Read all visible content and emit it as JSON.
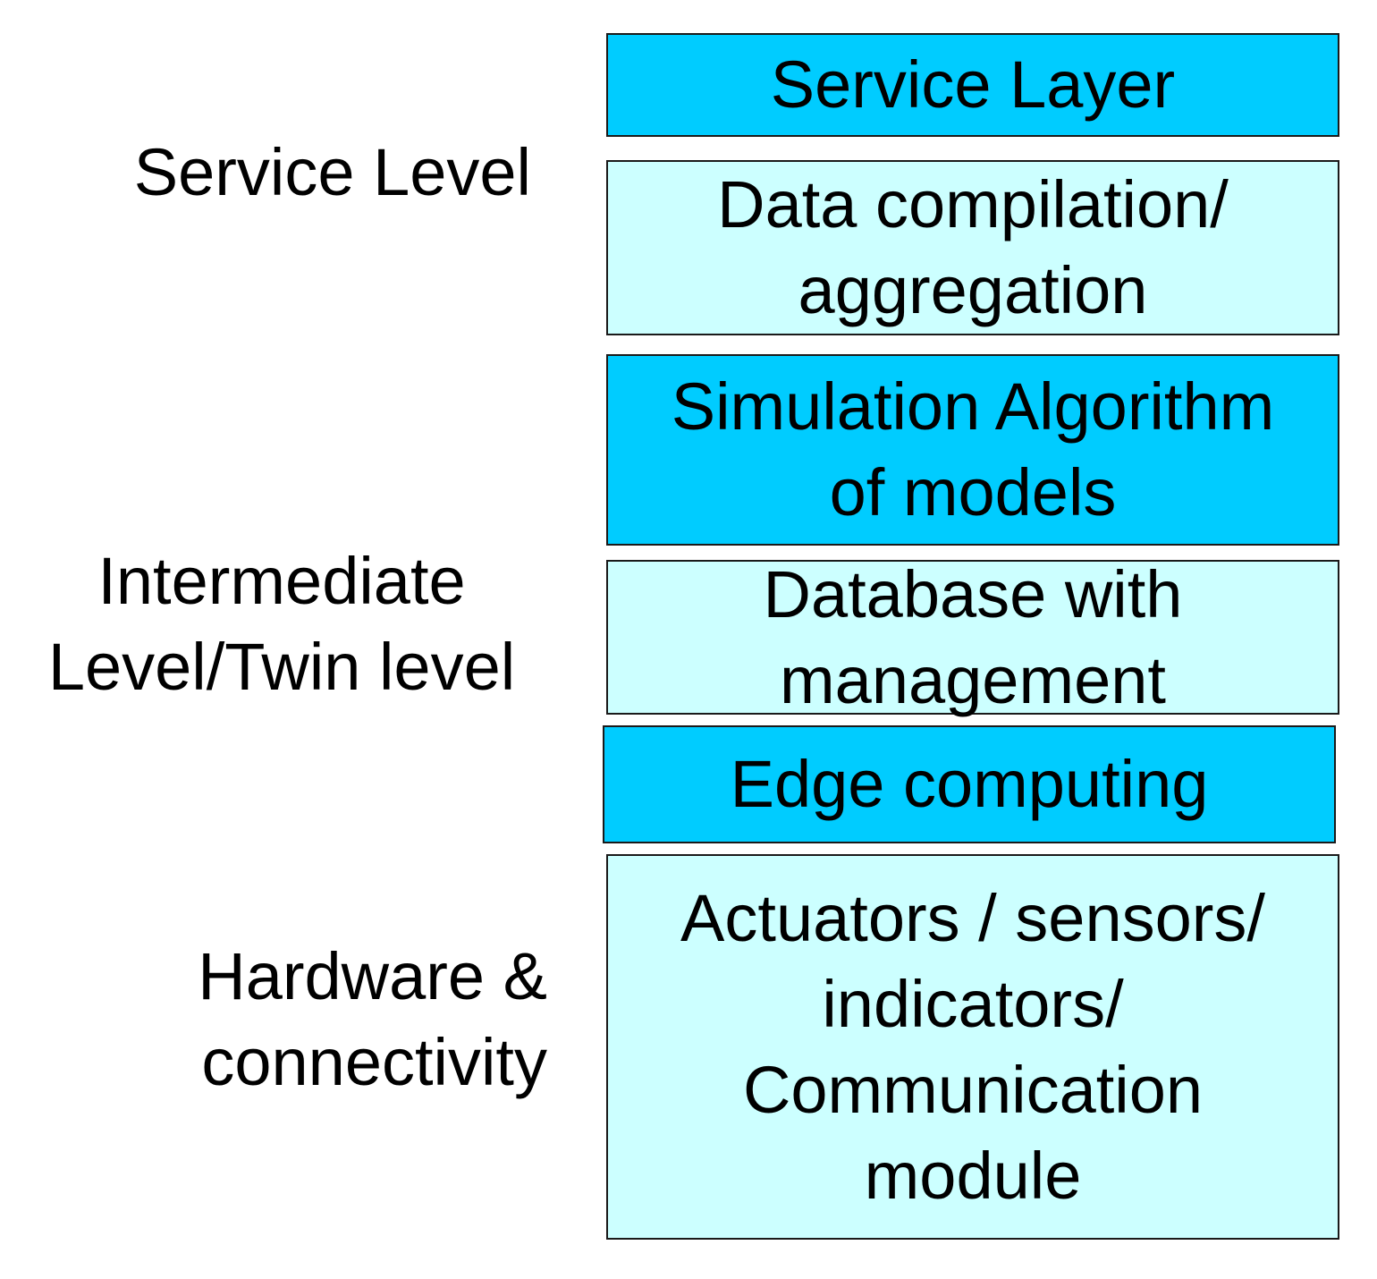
{
  "colors": {
    "dark_box": "#00ccff",
    "light_box": "#ccffff",
    "text": "#000000",
    "border": "#1a1a1a"
  },
  "levels": {
    "service": "Service Level",
    "intermediate": "Intermediate\nLevel/Twin level",
    "hardware": "Hardware &\nconnectivity"
  },
  "layers": [
    {
      "label": "Service Layer",
      "fill": "dark"
    },
    {
      "label": "Data compilation/\naggregation",
      "fill": "light"
    },
    {
      "label": "Simulation Algorithm\nof models",
      "fill": "dark"
    },
    {
      "label": "Database with\nmanagement",
      "fill": "light"
    },
    {
      "label": "Edge computing",
      "fill": "dark"
    },
    {
      "label": "Actuators / sensors/\nindicators/\nCommunication\nmodule",
      "fill": "light"
    }
  ]
}
